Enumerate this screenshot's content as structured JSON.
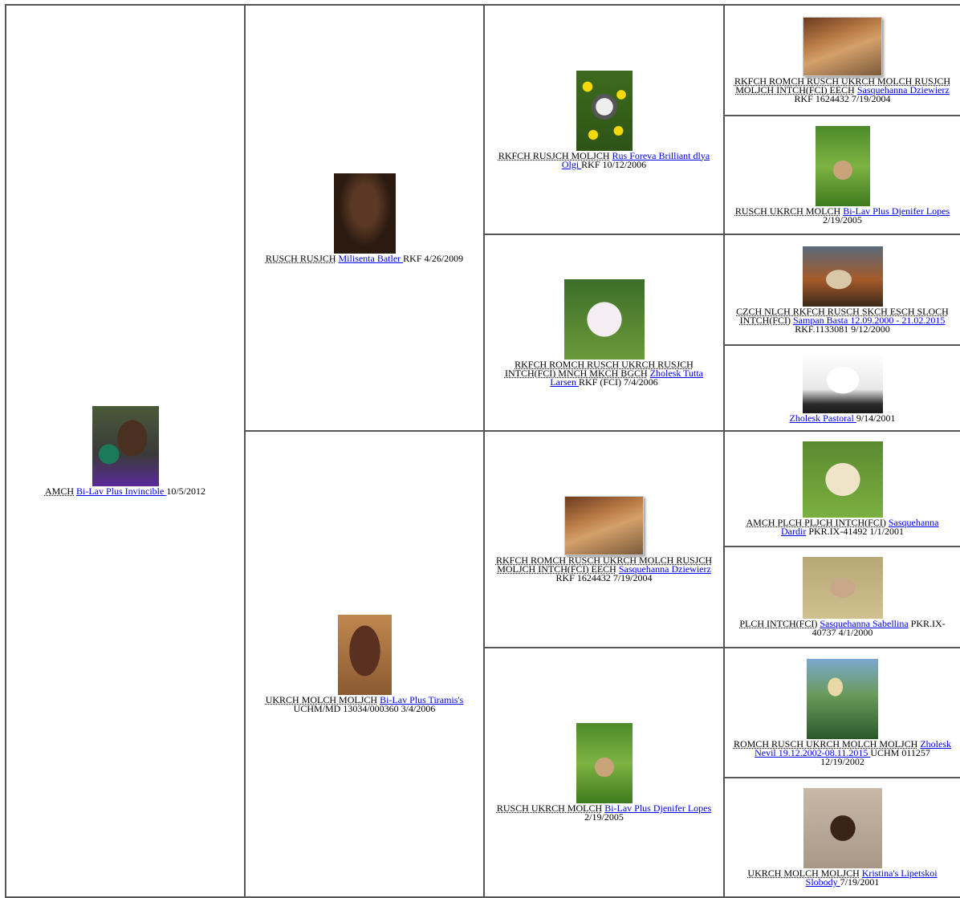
{
  "pedigree": {
    "gen1": {
      "title": "AMCH",
      "name": "Bi-Lav Plus Invincible ",
      "info": "10/5/2012",
      "photo_icon": "dog-photo"
    },
    "gen2": [
      {
        "title": "RUSCH RUSJCH",
        "name": "Milisenta Batler ",
        "info": "RKF 4/26/2009",
        "photo_icon": "dog-photo"
      },
      {
        "title": "UKRCH MOLCH MOLJCH",
        "name": "Bi-Lav Plus Tiramis's",
        "info": "UCHM/MD 13034/000360 3/4/2006",
        "photo_icon": "dog-photo"
      }
    ],
    "gen3": [
      {
        "title": "RKFCH RUSJCH MOLJCH",
        "name": "Rus Foreva Brilliant dlya Olgi ",
        "info": "RKF 10/12/2006",
        "photo_icon": "dog-photo"
      },
      {
        "title": "RKFCH ROMCH RUSCH UKRCH RUSJCH INTCH(FCI) MNCH MKCH BGCH",
        "name": "Zholesk Tutta Larsen ",
        "info": "RKF (FCI) 7/4/2006",
        "photo_icon": "dog-photo"
      },
      {
        "title": "RKFCH ROMCH RUSCH UKRCH MOLCH RUSJCH MOLJCH INTCH(FCI) EECH",
        "name": "Sasquehanna Dziewierz ",
        "info": "RKF 1624432 7/19/2004",
        "photo_icon": "dog-photo"
      },
      {
        "title": "RUSCH UKRCH MOLCH",
        "name": "Bi-Lav Plus Djenifer Lopes ",
        "info": "2/19/2005",
        "photo_icon": "dog-photo"
      }
    ],
    "gen4": [
      {
        "title": "RKFCH ROMCH RUSCH UKRCH MOLCH RUSJCH MOLJCH INTCH(FCI) EECH",
        "name": "Sasquehanna Dziewierz ",
        "info": "RKF 1624432 7/19/2004",
        "photo_icon": "dog-photo"
      },
      {
        "title": "RUSCH UKRCH MOLCH",
        "name": "Bi-Lav Plus Djenifer Lopes ",
        "info": "2/19/2005",
        "photo_icon": "dog-photo"
      },
      {
        "title": "CZCH NLCH RKFCH RUSCH SKCH ESCH SLOCH INTCH(FCI)",
        "name": "Sampan Basta 12.09.2000 - 21.02.2015 ",
        "info": "RKF.1133081 9/12/2000",
        "photo_icon": "dog-photo"
      },
      {
        "title": "",
        "name": "Zholesk Pastoral ",
        "info": "9/14/2001",
        "photo_icon": "dog-photo"
      },
      {
        "title": "AMCH PLCH PLJCH INTCH(FCI)",
        "name": "Sasquehanna Dardir",
        "info": "PKR.IX-41492 1/1/2001",
        "photo_icon": "dog-photo"
      },
      {
        "title": "PLCH INTCH(FCI)",
        "name": "Sasquehanna Sabellina",
        "info": "PKR.IX-40737 4/1/2000",
        "photo_icon": "dog-photo"
      },
      {
        "title": "ROMCH RUSCH UKRCH MOLCH MOLJCH",
        "name": "Zholesk Nevil 19.12.2002-08.11.2015 ",
        "info": "UCHM 011257 12/19/2002",
        "photo_icon": "dog-photo"
      },
      {
        "title": "UKRCH MOLCH MOLJCH",
        "name": "Kristina's Lipetskoi Slobody ",
        "info": "7/19/2001",
        "photo_icon": "dog-photo"
      }
    ]
  },
  "colors": {
    "link": "#0000ee",
    "border": "#555555",
    "background": "#ffffff"
  }
}
